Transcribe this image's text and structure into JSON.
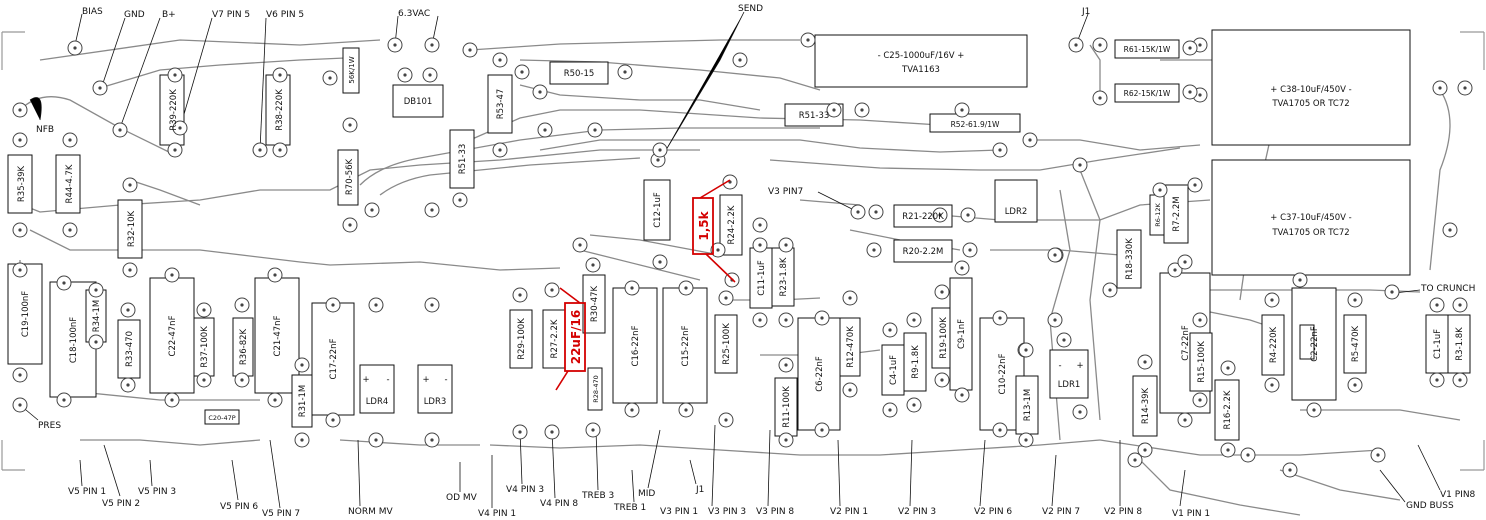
{
  "colors": {
    "trace": "#8a8a8a",
    "outline": "#111111",
    "highlight": "#d40000",
    "background": "#ffffff"
  },
  "components": [
    {
      "ref": "r35",
      "label": "R35-39K"
    },
    {
      "ref": "r44",
      "label": "R44-4.7K"
    },
    {
      "ref": "r39",
      "label": "R39-220K"
    },
    {
      "ref": "r38",
      "label": "R38-220K"
    },
    {
      "ref": "r32",
      "label": "R32-10K"
    },
    {
      "ref": "r70",
      "label": "R70-56K"
    },
    {
      "ref": "r56",
      "label": "56K/1W"
    },
    {
      "ref": "db101",
      "label": "DB101"
    },
    {
      "ref": "r51b",
      "label": "R51-33"
    },
    {
      "ref": "r53",
      "label": "R53-47"
    },
    {
      "ref": "r50",
      "label": "R50-15"
    },
    {
      "ref": "c25",
      "label": "-  C25-1000uF/16V  +"
    },
    {
      "ref": "c25t",
      "label": "TVA1163"
    },
    {
      "ref": "r51",
      "label": "R51-33"
    },
    {
      "ref": "r52",
      "label": "R52-61.9/1W"
    },
    {
      "ref": "r61",
      "label": "R61-15K/1W"
    },
    {
      "ref": "r62",
      "label": "R62-15K/1W"
    },
    {
      "ref": "c38",
      "label": "+ C38-10uF/450V -"
    },
    {
      "ref": "c38t",
      "label": "TVA1705 OR TC72"
    },
    {
      "ref": "c37",
      "label": "+ C37-10uF/450V -"
    },
    {
      "ref": "c37t",
      "label": "TVA1705 OR TC72"
    },
    {
      "ref": "c12",
      "label": "C12-1uF"
    },
    {
      "ref": "r24",
      "label": "R24-2.2K"
    },
    {
      "ref": "r21",
      "label": "R21-220K"
    },
    {
      "ref": "ldr2",
      "label": "LDR2"
    },
    {
      "ref": "r20",
      "label": "R20-2.2M"
    },
    {
      "ref": "r18",
      "label": "R18-330K"
    },
    {
      "ref": "r6",
      "label": "R6-12K"
    },
    {
      "ref": "r7",
      "label": "R7-2.2M"
    },
    {
      "ref": "c19",
      "label": "C19-100nF"
    },
    {
      "ref": "c18",
      "label": "C18-100nF"
    },
    {
      "ref": "r34",
      "label": "R34-1M"
    },
    {
      "ref": "r33",
      "label": "R33-470"
    },
    {
      "ref": "c22",
      "label": "C22-47nF"
    },
    {
      "ref": "r37",
      "label": "R37-100K"
    },
    {
      "ref": "r36",
      "label": "R36-82K"
    },
    {
      "ref": "c21",
      "label": "C21-47nF"
    },
    {
      "ref": "r31",
      "label": "R31-1M"
    },
    {
      "ref": "c20",
      "label": "C20-47P"
    },
    {
      "ref": "c17",
      "label": "C17-22nF"
    },
    {
      "ref": "ldr4",
      "label": "LDR4"
    },
    {
      "ref": "ldr3",
      "label": "LDR3"
    },
    {
      "ref": "r29",
      "label": "R29-100K"
    },
    {
      "ref": "r27",
      "label": "R27-2.2K"
    },
    {
      "ref": "r30",
      "label": "R30-47K"
    },
    {
      "ref": "r28",
      "label": "R28-470"
    },
    {
      "ref": "c16",
      "label": "C16-22nF"
    },
    {
      "ref": "c15",
      "label": "C15-22nF"
    },
    {
      "ref": "r25",
      "label": "R25-100K"
    },
    {
      "ref": "c11",
      "label": "C11-1uF"
    },
    {
      "ref": "r23",
      "label": "R23-1.8K"
    },
    {
      "ref": "r11",
      "label": "R11-100K"
    },
    {
      "ref": "c6",
      "label": "C6-22nF"
    },
    {
      "ref": "r12",
      "label": "R12-470K"
    },
    {
      "ref": "c4",
      "label": "C4-1uF"
    },
    {
      "ref": "r9",
      "label": "R9-1.8K"
    },
    {
      "ref": "r19",
      "label": "R19-100K"
    },
    {
      "ref": "c9",
      "label": "C9-1nF"
    },
    {
      "ref": "c10",
      "label": "C10-22nF"
    },
    {
      "ref": "r13",
      "label": "R13-1M"
    },
    {
      "ref": "ldr1",
      "label": "LDR1"
    },
    {
      "ref": "r14",
      "label": "R14-39K"
    },
    {
      "ref": "c7",
      "label": "C7-22nF"
    },
    {
      "ref": "r15",
      "label": "R15-100K"
    },
    {
      "ref": "r16",
      "label": "R16-2.2K"
    },
    {
      "ref": "r4",
      "label": "R4-220K"
    },
    {
      "ref": "c2",
      "label": "C2-22nF"
    },
    {
      "ref": "r5",
      "label": "R5-470K"
    },
    {
      "ref": "c1",
      "label": "C1-1uF"
    },
    {
      "ref": "r3",
      "label": "R3-1.8K"
    }
  ],
  "mods": [
    {
      "ref": "mod1",
      "label": "1,5k"
    },
    {
      "ref": "mod2",
      "label": "22uF/16"
    }
  ],
  "wire_labels": [
    {
      "ref": "bias",
      "label": "BIAS"
    },
    {
      "ref": "gnd",
      "label": "GND"
    },
    {
      "ref": "bplus",
      "label": "B+"
    },
    {
      "ref": "v7p5",
      "label": "V7 PIN 5"
    },
    {
      "ref": "v6p5",
      "label": "V6 PIN 5"
    },
    {
      "ref": "vac",
      "label": "6.3VAC"
    },
    {
      "ref": "send",
      "label": "SEND"
    },
    {
      "ref": "j1top",
      "label": "J1"
    },
    {
      "ref": "nfb",
      "label": "NFB"
    },
    {
      "ref": "v3p7",
      "label": "V3 PIN7"
    },
    {
      "ref": "crunch",
      "label": "TO CRUNCH"
    },
    {
      "ref": "pres",
      "label": "PRES"
    },
    {
      "ref": "v5p1",
      "label": "V5 PIN 1"
    },
    {
      "ref": "v5p2",
      "label": "V5 PIN 2"
    },
    {
      "ref": "v5p3",
      "label": "V5 PIN 3"
    },
    {
      "ref": "v5p6",
      "label": "V5 PIN 6"
    },
    {
      "ref": "v5p7",
      "label": "V5 PIN 7"
    },
    {
      "ref": "normmv",
      "label": "NORM MV"
    },
    {
      "ref": "odmv",
      "label": "OD MV"
    },
    {
      "ref": "v4p1",
      "label": "V4 PIN 1"
    },
    {
      "ref": "v4p3",
      "label": "V4 PIN 3"
    },
    {
      "ref": "v4p8",
      "label": "V4 PIN 8"
    },
    {
      "ref": "treb3",
      "label": "TREB 3"
    },
    {
      "ref": "treb1",
      "label": "TREB 1"
    },
    {
      "ref": "mid",
      "label": "MID"
    },
    {
      "ref": "j1bot",
      "label": "J1"
    },
    {
      "ref": "v3p1",
      "label": "V3 PIN 1"
    },
    {
      "ref": "v3p3",
      "label": "V3 PIN 3"
    },
    {
      "ref": "v3p8",
      "label": "V3 PIN 8"
    },
    {
      "ref": "v2p1",
      "label": "V2 PIN 1"
    },
    {
      "ref": "v2p3",
      "label": "V2 PIN 3"
    },
    {
      "ref": "v2p6",
      "label": "V2 PIN 6"
    },
    {
      "ref": "v2p7",
      "label": "V2 PIN 7"
    },
    {
      "ref": "v2p8",
      "label": "V2 PIN 8"
    },
    {
      "ref": "v1p1",
      "label": "V1 PIN 1"
    },
    {
      "ref": "gndbuss",
      "label": "GND BUSS"
    },
    {
      "ref": "v1p8",
      "label": "V1 PIN8"
    }
  ],
  "ldr_signs": {
    "plus": "+",
    "minus": "-"
  }
}
